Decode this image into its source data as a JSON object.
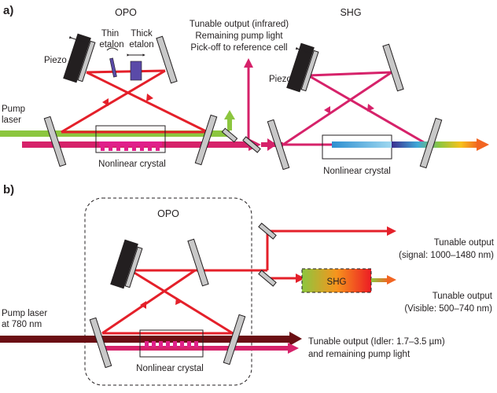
{
  "panel_a": {
    "label": "a)",
    "opo_title": "OPO",
    "shg_title": "SHG",
    "piezo_left": "Piezo",
    "piezo_right": "Piezo",
    "thin_etalon_line1": "Thin",
    "thin_etalon_line2": "etalon",
    "thick_etalon_line1": "Thick",
    "thick_etalon_line2": "etalon",
    "pump_line1": "Pump",
    "pump_line2": "laser",
    "output_line1": "Tunable output (infrared)",
    "output_line2": "Remaining pump light",
    "output_line3": "Pick-off to reference cell",
    "crystal_left": "Nonlinear crystal",
    "crystal_right": "Nonlinear crystal"
  },
  "panel_b": {
    "label": "b)",
    "opo_title": "OPO",
    "shg_box": "SHG",
    "pump_line1": "Pump laser",
    "pump_line2": "at 780 nm",
    "signal_line1": "Tunable output",
    "signal_line2": "(signal: 1000–1480 nm)",
    "visible_line1": "Tunable output",
    "visible_line2": "(Visible: 500–740 nm)",
    "idler_line1": "Tunable output (Idler: 1.7–3.5 µm)",
    "idler_line2": "and remaining pump light",
    "crystal": "Nonlinear crystal"
  },
  "colors": {
    "red_beam": "#e4202a",
    "magenta_beam": "#d6226a",
    "pump_green": "#8cc63f",
    "dark_pump": "#6b0f14",
    "mirror_fill": "#c8c8c8",
    "piezo_fill": "#231f20",
    "crystal_pink": "#e0208a",
    "etalon_blue": "#5a4aa8"
  }
}
